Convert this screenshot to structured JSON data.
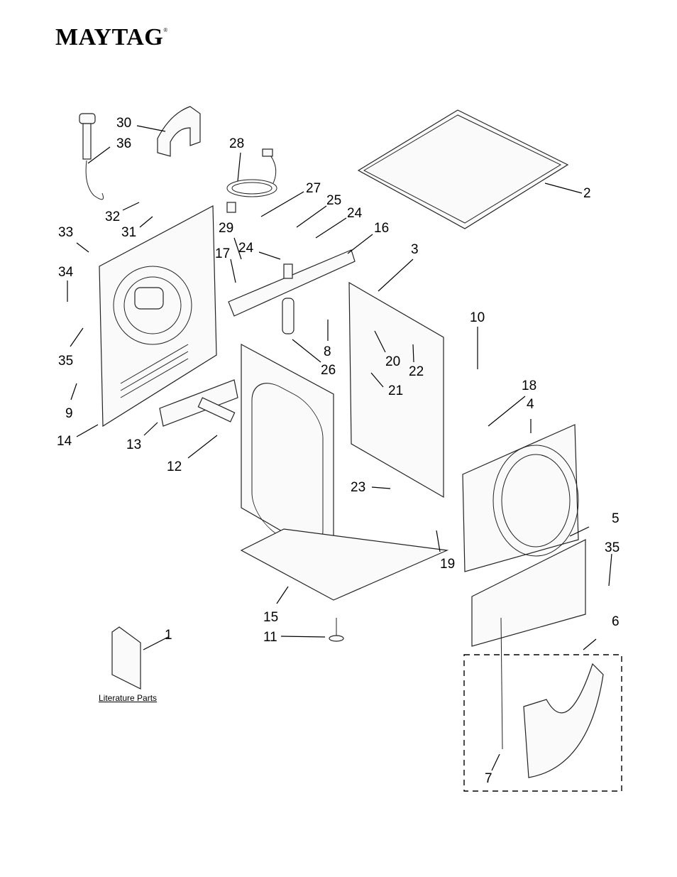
{
  "brand": {
    "logo": "MAYTAG",
    "mark": "®"
  },
  "literature": {
    "label": "Literature Parts"
  },
  "callouts": [
    {
      "id": "c1",
      "text": "1"
    },
    {
      "id": "c2",
      "text": "2"
    },
    {
      "id": "c3",
      "text": "3"
    },
    {
      "id": "c4",
      "text": "4"
    },
    {
      "id": "c5",
      "text": "5"
    },
    {
      "id": "c6",
      "text": "6"
    },
    {
      "id": "c7",
      "text": "7"
    },
    {
      "id": "c8",
      "text": "8"
    },
    {
      "id": "c9",
      "text": "9"
    },
    {
      "id": "c10",
      "text": "10"
    },
    {
      "id": "c11",
      "text": "11"
    },
    {
      "id": "c12",
      "text": "12"
    },
    {
      "id": "c13",
      "text": "13"
    },
    {
      "id": "c14",
      "text": "14"
    },
    {
      "id": "c15",
      "text": "15"
    },
    {
      "id": "c16",
      "text": "16"
    },
    {
      "id": "c17",
      "text": "17"
    },
    {
      "id": "c18",
      "text": "18"
    },
    {
      "id": "c19",
      "text": "19"
    },
    {
      "id": "c20",
      "text": "20"
    },
    {
      "id": "c21",
      "text": "21"
    },
    {
      "id": "c22",
      "text": "22"
    },
    {
      "id": "c23",
      "text": "23"
    },
    {
      "id": "c24a",
      "text": "24"
    },
    {
      "id": "c24b",
      "text": "24"
    },
    {
      "id": "c25",
      "text": "25"
    },
    {
      "id": "c26",
      "text": "26"
    },
    {
      "id": "c27",
      "text": "27"
    },
    {
      "id": "c28",
      "text": "28"
    },
    {
      "id": "c29",
      "text": "29"
    },
    {
      "id": "c30",
      "text": "30"
    },
    {
      "id": "c31",
      "text": "31"
    },
    {
      "id": "c32",
      "text": "32"
    },
    {
      "id": "c33",
      "text": "33"
    },
    {
      "id": "c34",
      "text": "34"
    },
    {
      "id": "c35a",
      "text": "35"
    },
    {
      "id": "c35b",
      "text": "35"
    },
    {
      "id": "c36",
      "text": "36"
    }
  ]
}
